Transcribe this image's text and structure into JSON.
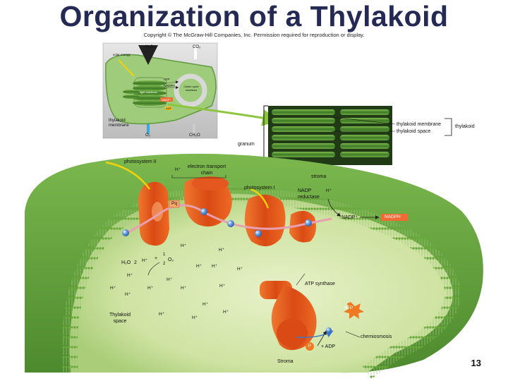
{
  "title": "Organization of a Thylakoid",
  "copyright": "Copyright © The McGraw-Hill Companies, Inc. Permission required for reproduction or display.",
  "slide_number": "13",
  "inset": {
    "h2o_top": "H₂O",
    "co2_top": "CO₂",
    "solar_energy": "solar energy",
    "atp": "ATP",
    "nadph": "NADPH",
    "light_reactions": "light reactions",
    "calvin_cycle": "Calvin cycle reactions",
    "adp": "ADP",
    "nadp": "NADP⁺",
    "o2_bottom": "O₂",
    "ch2o_bottom": "CH₂O",
    "thylakoid_membrane": "thylakoid membrane"
  },
  "labels": {
    "thylakoid_membrane": "thylakoid membrane",
    "thylakoid_space_top": "thylakoid space",
    "thylakoid": "thylakoid",
    "granum": "granum",
    "photosystem_ii": "photosystem II",
    "electron_transport_chain": "electron transport chain",
    "stroma_top": "stroma",
    "photosystem_i": "photosystem I",
    "nadp_reductase": "NADP reductase",
    "pq": "Pq",
    "nadp_plus": "NADP⁺",
    "nadph": "NADPH",
    "h2o": "H₂O",
    "two": "2",
    "plus": "+",
    "one": "1",
    "two_denominator": "2",
    "o2": "O₂",
    "atp_synthase": "ATP synthase",
    "atp": "ATP",
    "thylakoid_space_bottom": "Thylakoid space",
    "chemiosmosis": "chemiosmosis",
    "p": "P",
    "plus_adp": "+ ADP",
    "stroma_bottom": "Stroma",
    "h_plus": "H⁺"
  },
  "colors": {
    "title": "#242a54",
    "membrane_green": "#5c9e3c",
    "protein_orange": "#e4571f",
    "nadph_box": "#f06a33",
    "atp_star": "#f07a22",
    "electron_blue": "#3b78c8"
  }
}
